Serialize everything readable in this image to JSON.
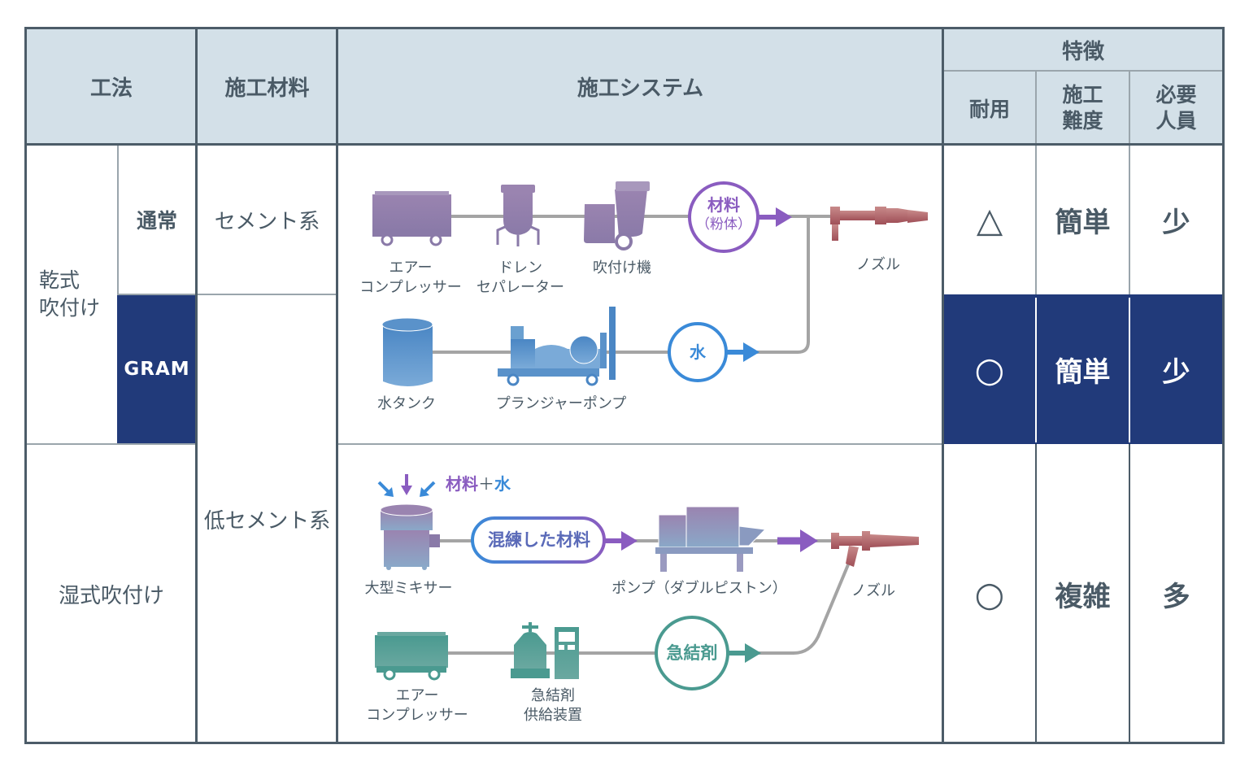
{
  "header": {
    "method": "工法",
    "material": "施工材料",
    "system": "施工システム",
    "features": "特徴",
    "durability": "耐用",
    "difficulty_line1": "施工",
    "difficulty_line2": "難度",
    "personnel_line1": "必要",
    "personnel_line2": "人員"
  },
  "rows": {
    "dry_method_line1": "乾式",
    "dry_method_line2": "吹付け",
    "normal": "通常",
    "gram": "GRAM",
    "wet_method": "湿式吹付け",
    "cement": "セメント系",
    "low_cement": "低セメント系"
  },
  "features_values": [
    {
      "durability": "△",
      "difficulty": "簡単",
      "personnel": "少",
      "highlighted": false
    },
    {
      "durability": "○",
      "difficulty": "簡単",
      "personnel": "少",
      "highlighted": true
    },
    {
      "durability": "○",
      "difficulty": "複雑",
      "personnel": "多",
      "highlighted": false
    }
  ],
  "dry_system": {
    "air_compressor_line1": "エアー",
    "air_compressor_line2": "コンプレッサー",
    "drain_separator_line1": "ドレン",
    "drain_separator_line2": "セパレーター",
    "spraying_machine": "吹付け機",
    "material_badge_line1": "材料",
    "material_badge_line2": "（粉体）",
    "nozzle": "ノズル",
    "water_tank": "水タンク",
    "plunger_pump": "プランジャーポンプ",
    "water_badge": "水"
  },
  "wet_system": {
    "input_label_material": "材料",
    "input_label_plus": "＋",
    "input_label_water": "水",
    "mixer": "大型ミキサー",
    "mixed_material_badge": "混練した材料",
    "pump": "ポンプ（ダブルピストン）",
    "nozzle": "ノズル",
    "air_compressor_line1": "エアー",
    "air_compressor_line2": "コンプレッサー",
    "accelerator_supply_line1": "急結剤",
    "accelerator_supply_line2": "供給装置",
    "accelerator_badge": "急結剤"
  },
  "colors": {
    "header_bg": "#d3e0e8",
    "highlight_navy": "#213a7a",
    "purple": "#8a5cc0",
    "blue": "#3a8ad8",
    "teal": "#4a9a90",
    "nozzle_red": "#a65a5e",
    "text": "#4a5a66"
  }
}
